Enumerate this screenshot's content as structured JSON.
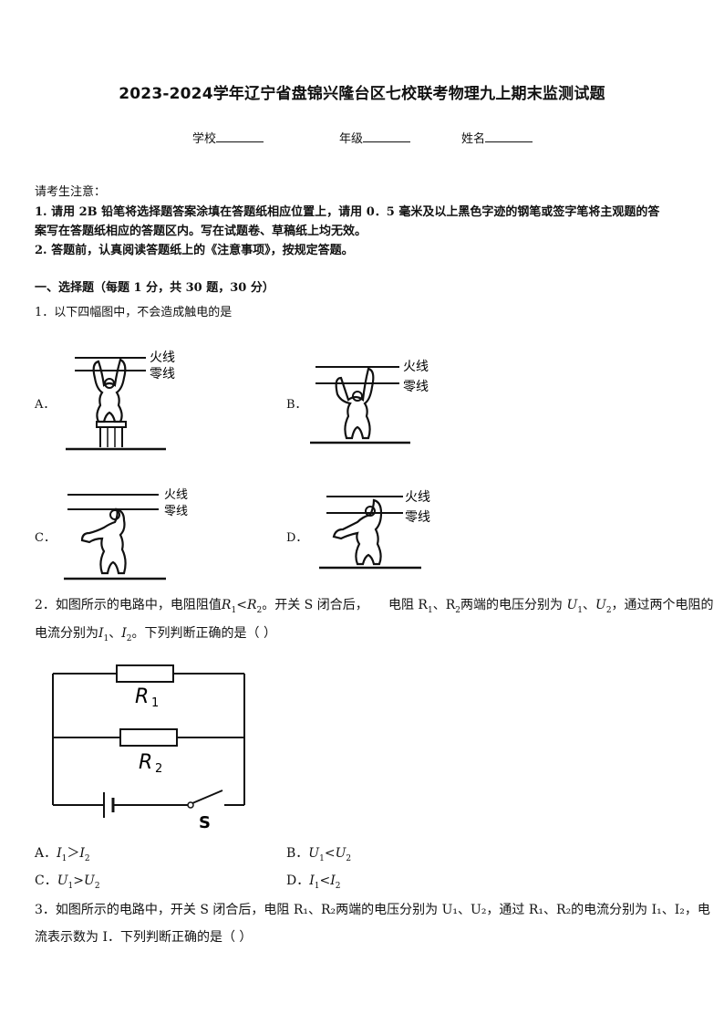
{
  "title": "2023-2024学年辽宁省盘锦兴隆台区七校联考物理九上期末监测试题",
  "header": {
    "school": "学校",
    "grade": "年级",
    "name": "姓名"
  },
  "notice": {
    "heading": "请考生注意：",
    "item1_line1": "1. 请用 2B 铅笔将选择题答案涂填在答题纸相应位置上，请用 0．5 毫米及以上黑色字迹的钢笔或签字笔将主观题的答",
    "item1_line2": "案写在答题纸相应的答题区内。写在试题卷、草稿纸上均无效。",
    "item2": "2. 答题前，认真阅读答题纸上的《注意事项》，按规定答题。"
  },
  "section1": {
    "heading": "一、选择题（每题 1 分，共 30 题，30 分）"
  },
  "q1": {
    "stem": "1．以下四幅图中，不会造成触电的是",
    "labels": [
      "A．",
      "B．",
      "C．",
      "D．"
    ],
    "live": "火线",
    "neutral": "零线"
  },
  "q2": {
    "line1_a": "2．如图所示的电路中，电阻阻值",
    "line1_b": "。开关 S 闭合后，",
    "line1_c": "电阻 R",
    "line1_d": "、R",
    "line1_e": "两端的电压分别为",
    "line2_a": "电流分别为",
    "line2_b": "。下列判断正确的是（    ）",
    "circuit": {
      "r1": "R",
      "r2": "R",
      "s": "S"
    },
    "options": {
      "A": "A．",
      "B": "B．",
      "C": "C．",
      "D": "D．"
    }
  },
  "q3": {
    "line1": "3．如图所示的电路中，开关 S 闭合后，电阻 R₁、R₂两端的电压分别为 U₁、U₂，通过 R₁、R₂的电流分别为 I₁、I₂，电",
    "line2": "流表示数为 I．下列判断正确的是（    ）"
  }
}
